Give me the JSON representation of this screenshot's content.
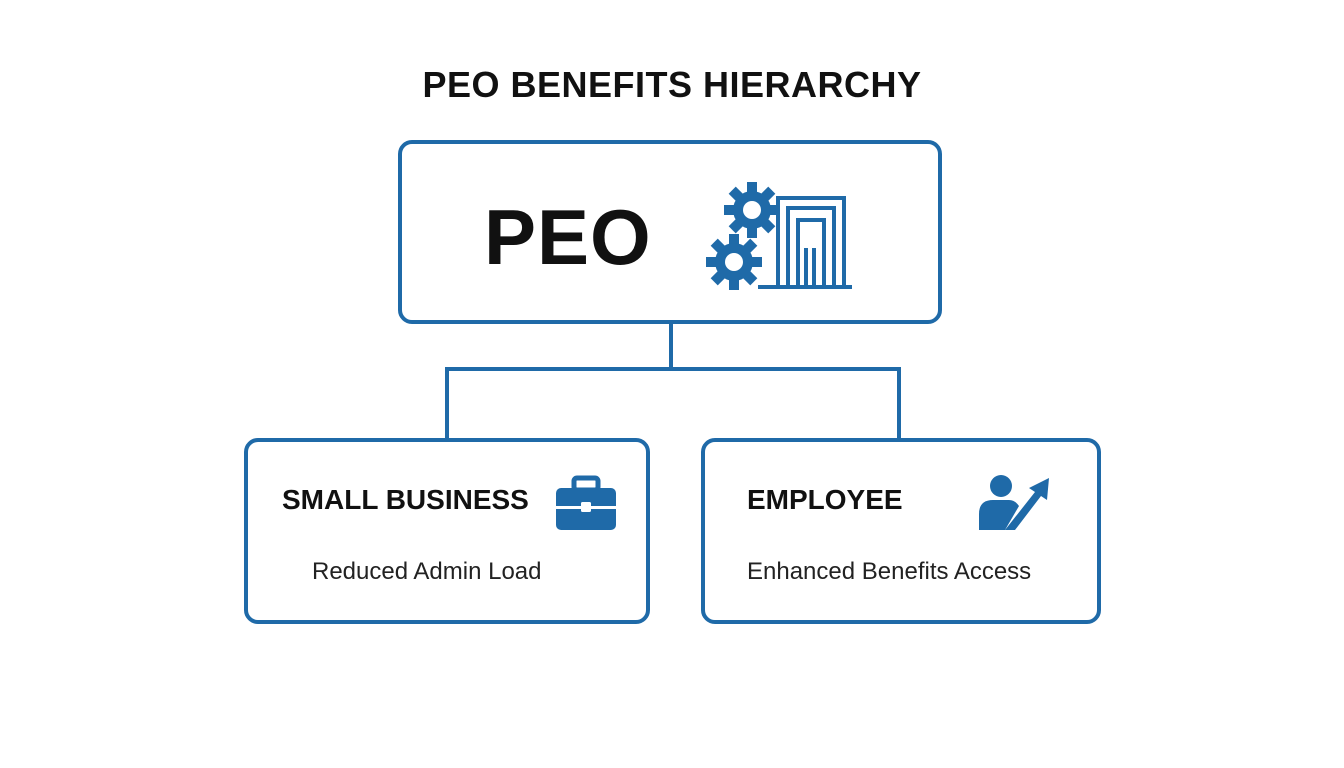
{
  "title": "PEO BENEFITS HIERARCHY",
  "colors": {
    "accent": "#1f6aa8",
    "text": "#111111"
  },
  "root": {
    "label": "PEO",
    "icon": "gears-building-icon"
  },
  "children": [
    {
      "title": "SMALL BUSINESS",
      "subtitle": "Reduced Admin Load",
      "icon": "briefcase-icon"
    },
    {
      "title": "EMPLOYEE",
      "subtitle": "Enhanced Benefits Access",
      "icon": "person-growth-arrow-icon"
    }
  ]
}
